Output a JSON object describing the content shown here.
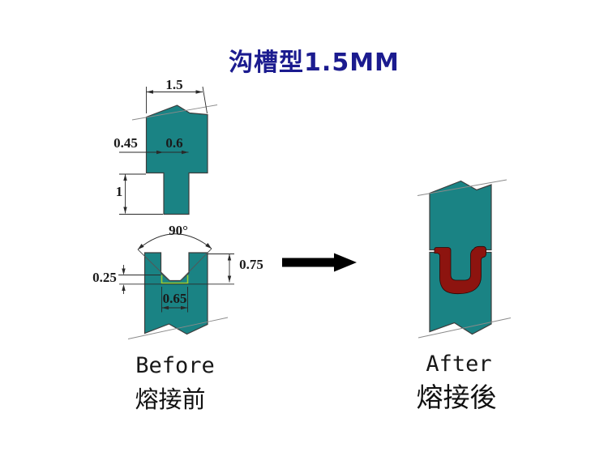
{
  "title": {
    "text": "沟槽型1.5MM"
  },
  "colors": {
    "material": "#1a8384",
    "weld": "#8d140f",
    "groove_highlight": "#9acd32",
    "title_text": "#1b1b8f",
    "arrow": "#000000",
    "outline": "#3c3c3c"
  },
  "before": {
    "label_en": "Before",
    "label_zh": "熔接前",
    "dims": {
      "top_width": "1.5",
      "shoulder_offset": "0.45",
      "tongue_width": "0.6",
      "tongue_height": "1",
      "groove_angle": "90°",
      "groove_depth": "0.75",
      "root_depth": "0.25",
      "groove_width": "0.65"
    }
  },
  "after": {
    "label_en": "After",
    "label_zh": "熔接後"
  }
}
